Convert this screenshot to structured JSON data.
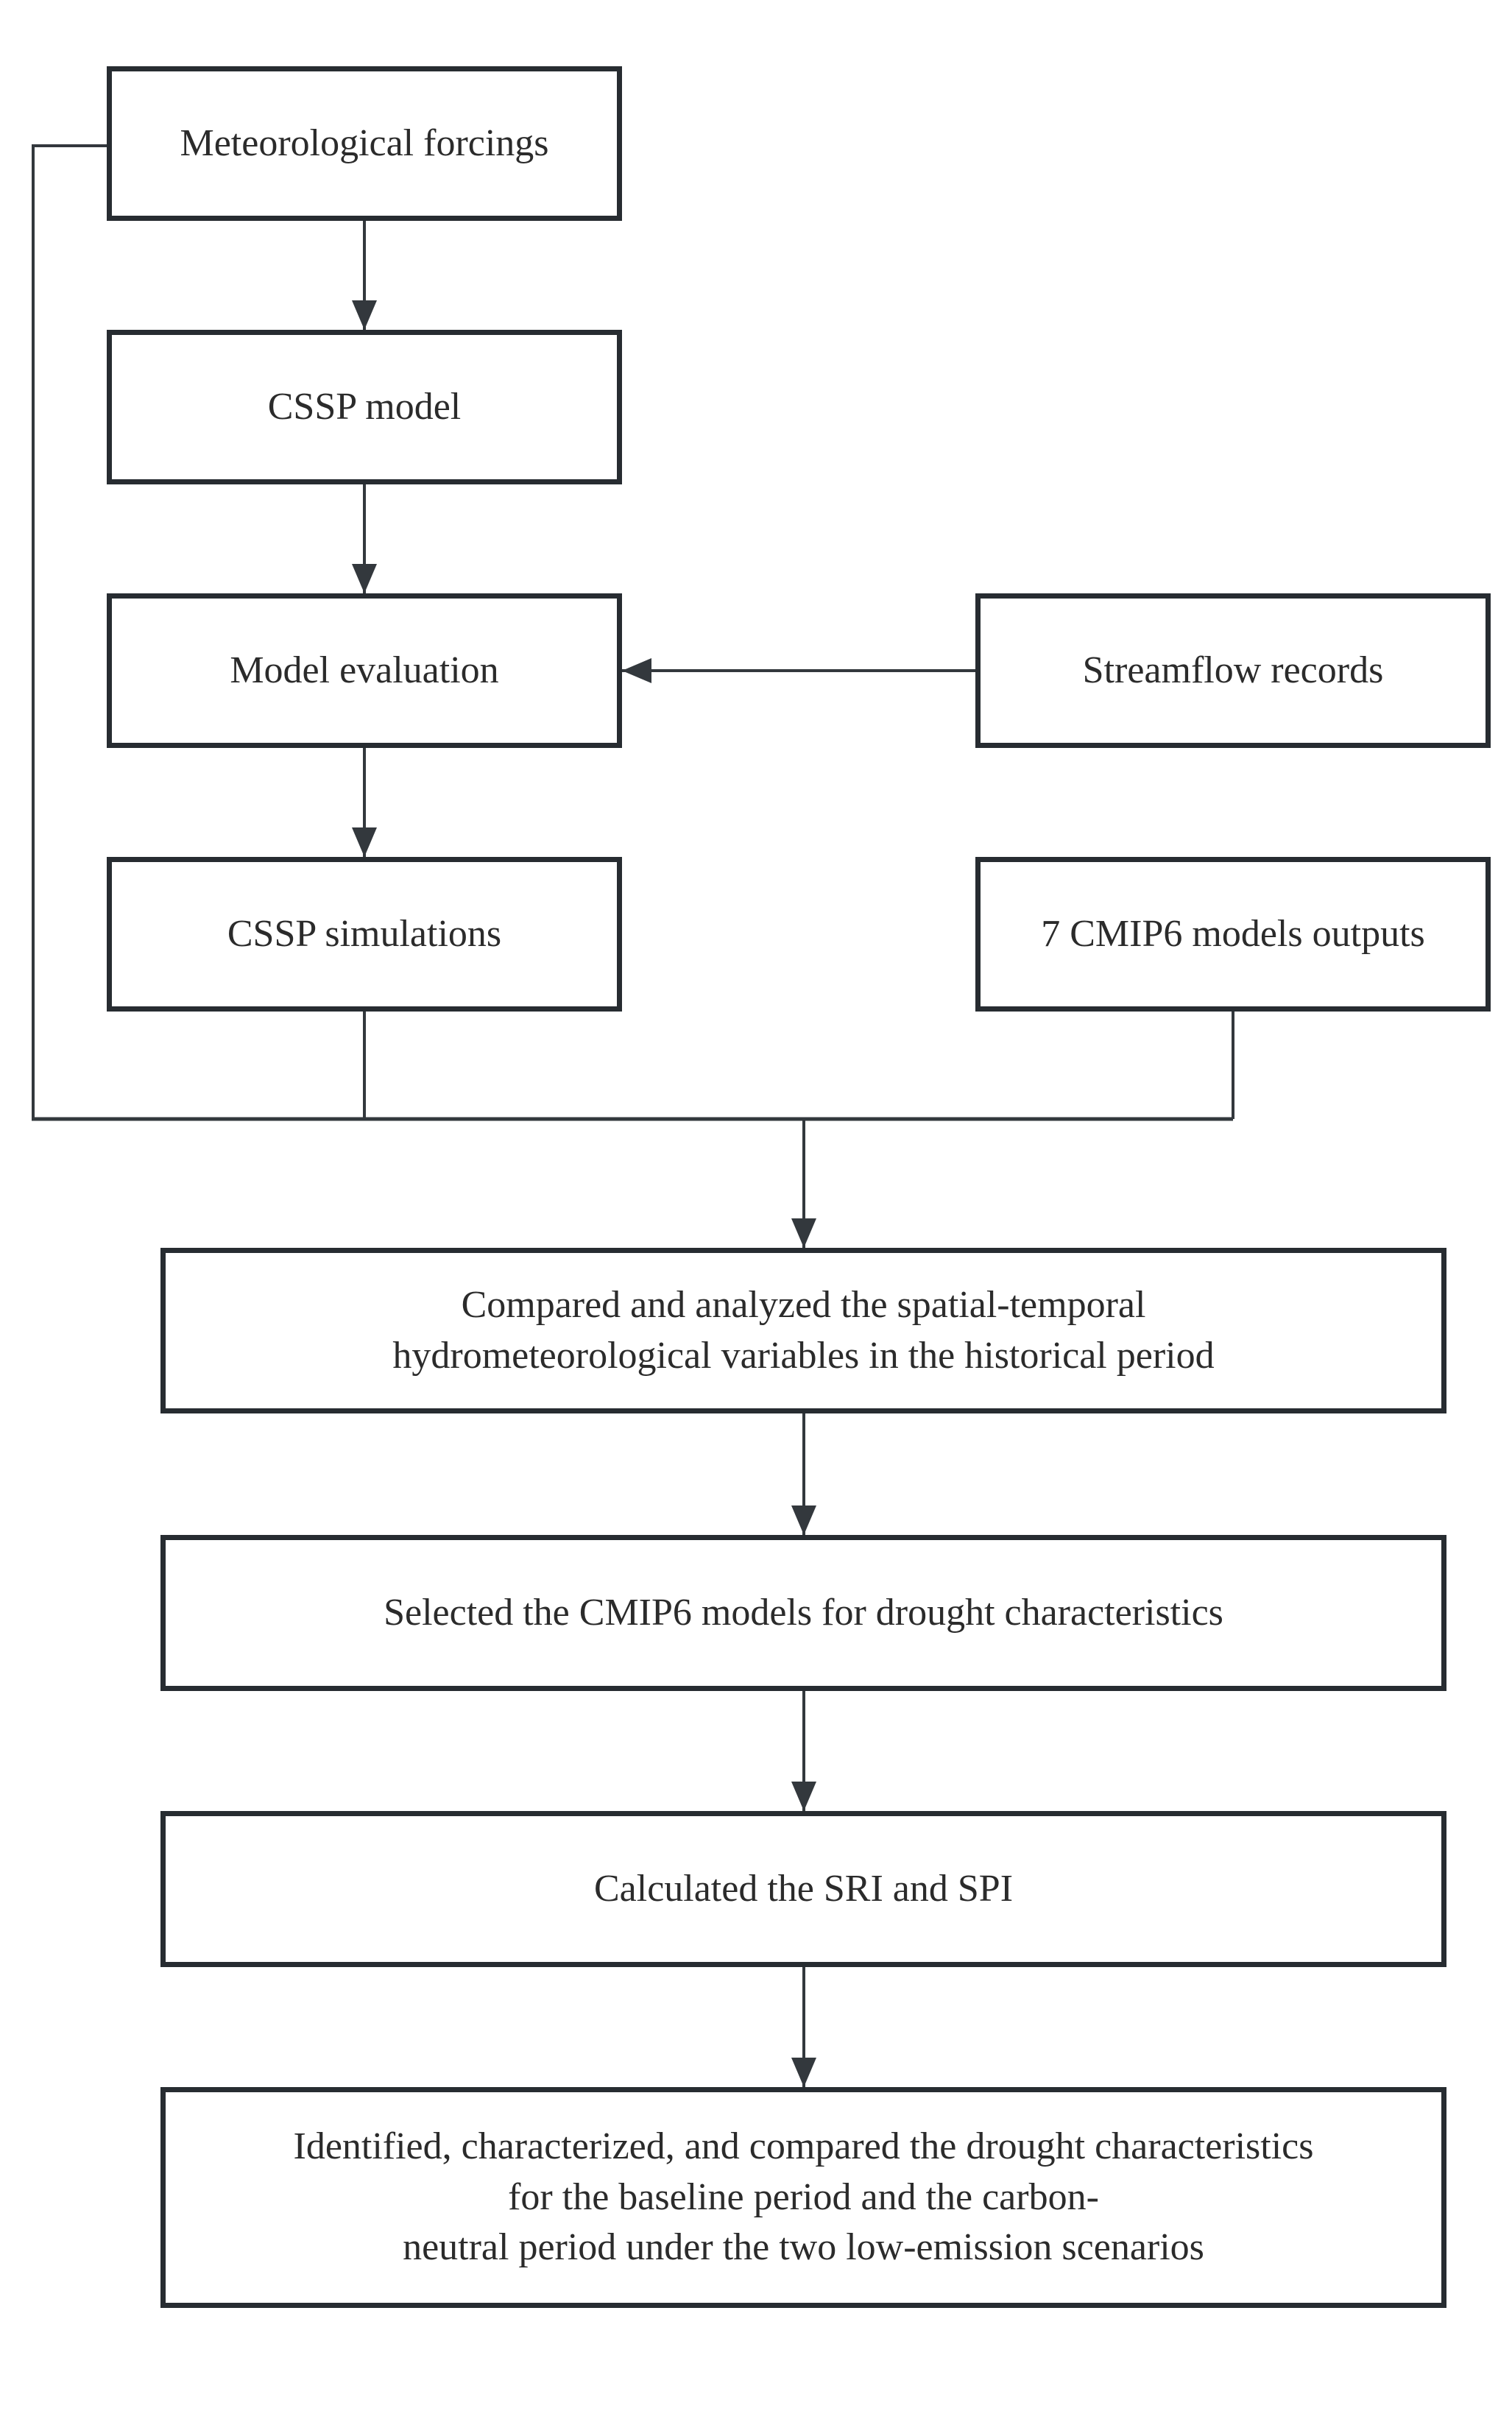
{
  "colors": {
    "background": "#ffffff",
    "box_border": "#272c31",
    "connector": "#33383d",
    "text": "#2b2b2b"
  },
  "flowchart": {
    "nodes": {
      "meteorological_forcings": {
        "label": "Meteorological forcings"
      },
      "cssp_model": {
        "label": "CSSP model"
      },
      "model_evaluation": {
        "label": "Model evaluation"
      },
      "streamflow_records": {
        "label": "Streamflow records"
      },
      "cssp_simulations": {
        "label": "CSSP simulations"
      },
      "cmip6_outputs": {
        "label": "7 CMIP6 models outputs"
      },
      "compare_analyze": {
        "lines": [
          "Compared and analyzed the spatial-temporal",
          "hydrometeorological variables in the historical period"
        ]
      },
      "select_models": {
        "label": "Selected the CMIP6 models for drought characteristics"
      },
      "calculate_indices": {
        "label": "Calculated the SRI and SPI"
      },
      "identify_drought": {
        "lines": [
          "Identified, characterized, and compared the drought characteristics",
          "for the baseline period and the carbon-",
          "neutral period under the two low-emission scenarios"
        ]
      }
    },
    "edges": [
      {
        "from": "meteorological_forcings",
        "to": "cssp_model",
        "type": "arrow"
      },
      {
        "from": "cssp_model",
        "to": "model_evaluation",
        "type": "arrow"
      },
      {
        "from": "streamflow_records",
        "to": "model_evaluation",
        "type": "arrow"
      },
      {
        "from": "model_evaluation",
        "to": "cssp_simulations",
        "type": "arrow"
      },
      {
        "from": "meteorological_forcings",
        "to": "merge_junction",
        "type": "line"
      },
      {
        "from": "cssp_simulations",
        "to": "merge_junction",
        "type": "line"
      },
      {
        "from": "cmip6_outputs",
        "to": "merge_junction",
        "type": "line"
      },
      {
        "from": "merge_junction",
        "to": "compare_analyze",
        "type": "arrow"
      },
      {
        "from": "compare_analyze",
        "to": "select_models",
        "type": "arrow"
      },
      {
        "from": "select_models",
        "to": "calculate_indices",
        "type": "arrow"
      },
      {
        "from": "calculate_indices",
        "to": "identify_drought",
        "type": "arrow"
      }
    ]
  }
}
